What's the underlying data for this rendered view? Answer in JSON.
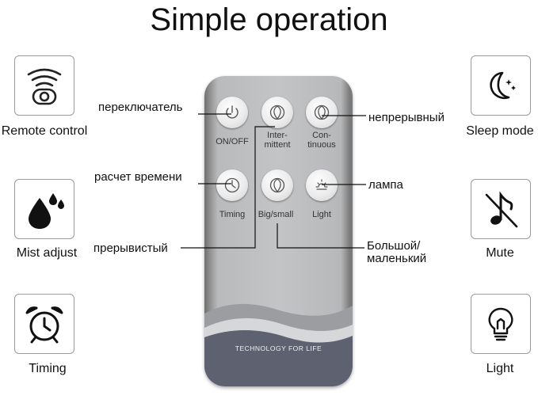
{
  "title": "Simple operation",
  "features_left": [
    {
      "label": "Remote control",
      "icon": "wifi-signal-icon"
    },
    {
      "label": "Mist adjust",
      "icon": "water-drops-icon"
    },
    {
      "label": "Timing",
      "icon": "alarm-clock-icon"
    }
  ],
  "features_right": [
    {
      "label": "Sleep mode",
      "icon": "moon-stars-icon"
    },
    {
      "label": "Mute",
      "icon": "muted-note-icon"
    },
    {
      "label": "Light",
      "icon": "light-bulb-icon"
    }
  ],
  "remote": {
    "buttons": [
      {
        "label": "ON/OFF",
        "icon": "power-icon"
      },
      {
        "label": "Inter-\nmittent",
        "icon": "swirl-icon"
      },
      {
        "label": "Con-\ntinuous",
        "icon": "swirl-icon"
      },
      {
        "label": "Timing",
        "icon": "clock-icon"
      },
      {
        "label": "Big/small",
        "icon": "swirl-icon"
      },
      {
        "label": "Light",
        "icon": "sun-icon"
      }
    ],
    "brand": "TECHNOLOGY FOR LIFE"
  },
  "callouts": {
    "switch": "переключатель",
    "timer": "расчет времени",
    "intermittent": "прерывистый",
    "continuous": "непрерывный",
    "lamp": "лампа",
    "big_small_1": "Большой/",
    "big_small_2": "маленький"
  }
}
